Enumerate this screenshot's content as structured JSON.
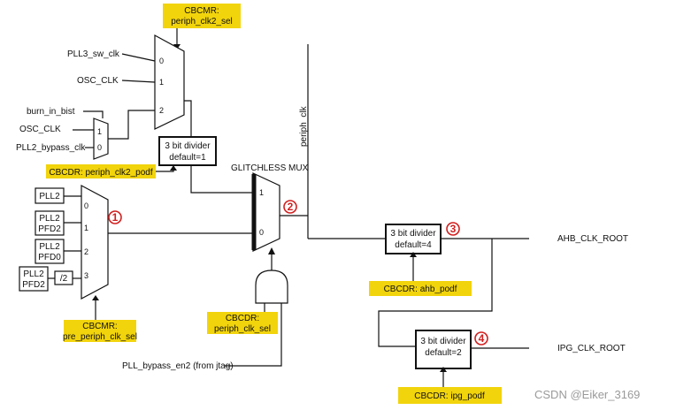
{
  "labels": {
    "cbcmr_top_1": "CBCMR:",
    "cbcmr_top_2": "periph_clk2_sel",
    "pll3_sw_clk": "PLL3_sw_clk",
    "osc_clk_top": "OSC_CLK",
    "burn_in_bist": "burn_in_bist",
    "osc_clk_small": "OSC_CLK",
    "pll2_bypass_clk": "PLL2_bypass_clk",
    "mux_top_0": "0",
    "mux_top_1": "1",
    "mux_top_2": "2",
    "mux_small_1": "1",
    "mux_small_0": "0",
    "div1_line1": "3 bit divider",
    "div1_line2": "default=1",
    "cbcdr_pclk2_podf": "CBCDR: periph_clk2_podf",
    "glitchless_mux": "GLITCHLESS MUX",
    "periph_clk": "periph_clk",
    "pll2": "PLL2",
    "pll2_pfd2_a": "PLL2",
    "pll2_pfd2_b": "PFD2",
    "pll2_pfd0_a": "PLL2",
    "pll2_pfd0_b": "PFD0",
    "pll2_pfd2b_a": "PLL2",
    "pll2_pfd2b_b": "PFD2",
    "div2": "/2",
    "mux_left_0": "0",
    "mux_left_1": "1",
    "mux_left_2": "2",
    "mux_left_3": "3",
    "gmux_1": "1",
    "gmux_0": "0",
    "cbcmr_bottom_1": "CBCMR:",
    "cbcmr_bottom_2": "pre_periph_clk_sel",
    "cbcdr_psel_1": "CBCDR:",
    "cbcdr_psel_2": "periph_clk_sel",
    "pll_bypass_en2": "PLL_bypass_en2 (from jtag)",
    "ahb_div_1": "3 bit divider",
    "ahb_div_2": "default=4",
    "ahb_clk_root": "AHB_CLK_ROOT",
    "cbcdr_ahb_podf": "CBCDR: ahb_podf",
    "ipg_div_1": "3 bit divider",
    "ipg_div_2": "default=2",
    "ipg_clk_root": "IPG_CLK_ROOT",
    "cbcdr_ipg_podf": "CBCDR: ipg_podf",
    "marker_1": "1",
    "marker_2": "2",
    "marker_3": "3",
    "marker_4": "4",
    "watermark": "CSDN @Eiker_3169"
  },
  "colors": {
    "note_highlight": "#f2d40c",
    "marker": "#d11f1f"
  }
}
